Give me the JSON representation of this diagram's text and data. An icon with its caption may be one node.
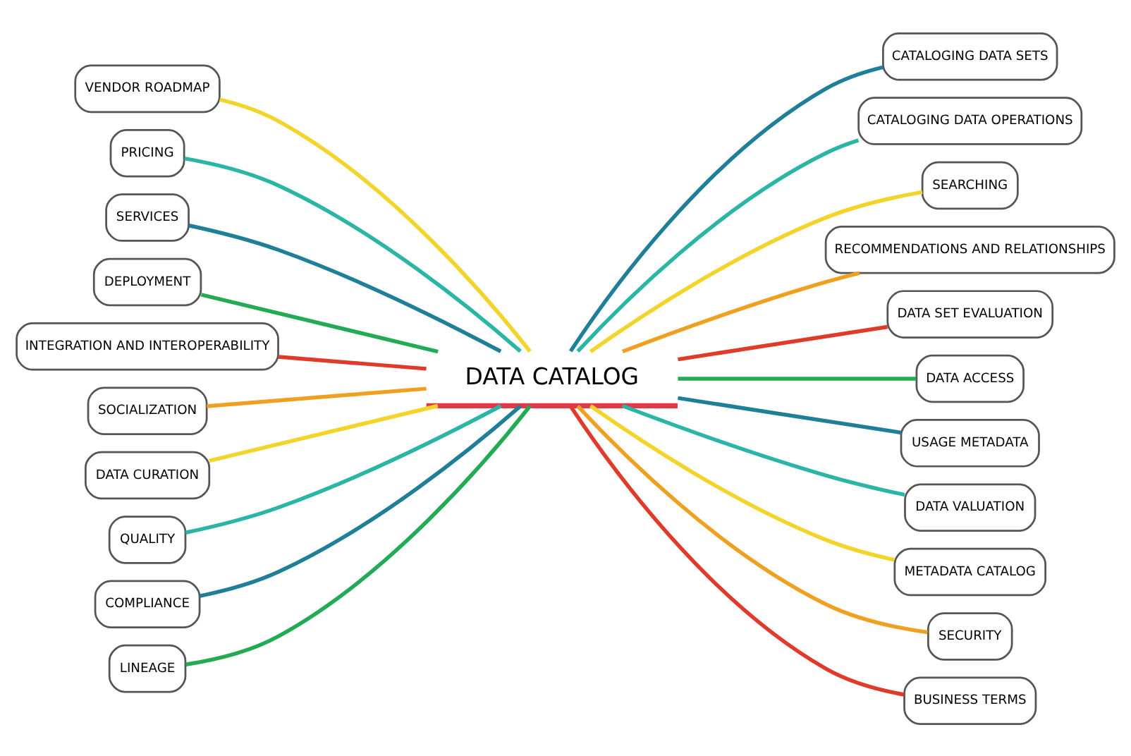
{
  "diagram": {
    "nodes": [
      {
        "text": [
          "DATA CATALOG"
        ]
      },
      {
        "text": [
          "VENDOR ROADMAP"
        ]
      },
      {
        "text": [
          "PRICING"
        ]
      },
      {
        "text": [
          "SERVICES"
        ]
      },
      {
        "text": [
          "DEPLOYMENT"
        ]
      },
      {
        "text": [
          "INTEGRATION AND INTEROPERABILITY"
        ]
      },
      {
        "text": [
          "SOCIALIZATION"
        ]
      },
      {
        "text": [
          "DATA CURATION"
        ]
      },
      {
        "text": [
          "QUALITY"
        ]
      },
      {
        "text": [
          "COMPLIANCE"
        ]
      },
      {
        "text": [
          "LINEAGE"
        ]
      },
      {
        "text": [
          "CATALOGING DATA SETS"
        ]
      },
      {
        "text": [
          "CATALOGING DATA OPERATIONS"
        ]
      },
      {
        "text": [
          "SEARCHING"
        ]
      },
      {
        "text": [
          "RECOMMENDATIONS AND RELATIONSHIPS"
        ]
      },
      {
        "text": [
          "DATA SET EVALUATION"
        ]
      },
      {
        "text": [
          "DATA ACCESS"
        ]
      },
      {
        "text": [
          "USAGE METADATA"
        ]
      },
      {
        "text": [
          "DATA VALUATION"
        ]
      },
      {
        "text": [
          "METADATA CATALOG"
        ]
      },
      {
        "text": [
          "SECURITY"
        ]
      },
      {
        "text": [
          "BUSINESS TERMS"
        ]
      }
    ],
    "edges": [
      {
        "from": 0,
        "to": 11,
        "arrow": "none",
        "color": "#1f7f99"
      },
      {
        "from": 0,
        "to": 12,
        "arrow": "none",
        "color": "#2bb5a5"
      },
      {
        "from": 0,
        "to": 13,
        "arrow": "none",
        "color": "#f2d42a"
      },
      {
        "from": 0,
        "to": 14,
        "arrow": "none",
        "color": "#f0a020"
      },
      {
        "from": 0,
        "to": 15,
        "arrow": "none",
        "color": "#e03a2a"
      },
      {
        "from": 0,
        "to": 16,
        "arrow": "none",
        "color": "#22aa55"
      },
      {
        "from": 0,
        "to": 17,
        "arrow": "none",
        "color": "#1f7f99"
      },
      {
        "from": 0,
        "to": 18,
        "arrow": "none",
        "color": "#2bb5a5"
      },
      {
        "from": 0,
        "to": 19,
        "arrow": "none",
        "color": "#f2d42a"
      },
      {
        "from": 0,
        "to": 20,
        "arrow": "none",
        "color": "#f0a020"
      },
      {
        "from": 0,
        "to": 21,
        "arrow": "none",
        "color": "#e03a2a"
      },
      {
        "from": 0,
        "to": 10,
        "arrow": "none",
        "color": "#22aa55"
      },
      {
        "from": 0,
        "to": 9,
        "arrow": "none",
        "color": "#1f7f99"
      },
      {
        "from": 0,
        "to": 8,
        "arrow": "none",
        "color": "#2bb5a5"
      },
      {
        "from": 0,
        "to": 7,
        "arrow": "none",
        "color": "#f2d42a"
      },
      {
        "from": 0,
        "to": 6,
        "arrow": "none",
        "color": "#f0a020"
      },
      {
        "from": 0,
        "to": 5,
        "arrow": "none",
        "color": "#e03a2a"
      },
      {
        "from": 0,
        "to": 4,
        "arrow": "none",
        "color": "#22aa55"
      },
      {
        "from": 0,
        "to": 3,
        "arrow": "none",
        "color": "#1f7f99"
      },
      {
        "from": 0,
        "to": 2,
        "arrow": "none",
        "color": "#2bb5a5"
      },
      {
        "from": 0,
        "to": 1,
        "arrow": "none",
        "color": "#f2d42a"
      }
    ]
  }
}
